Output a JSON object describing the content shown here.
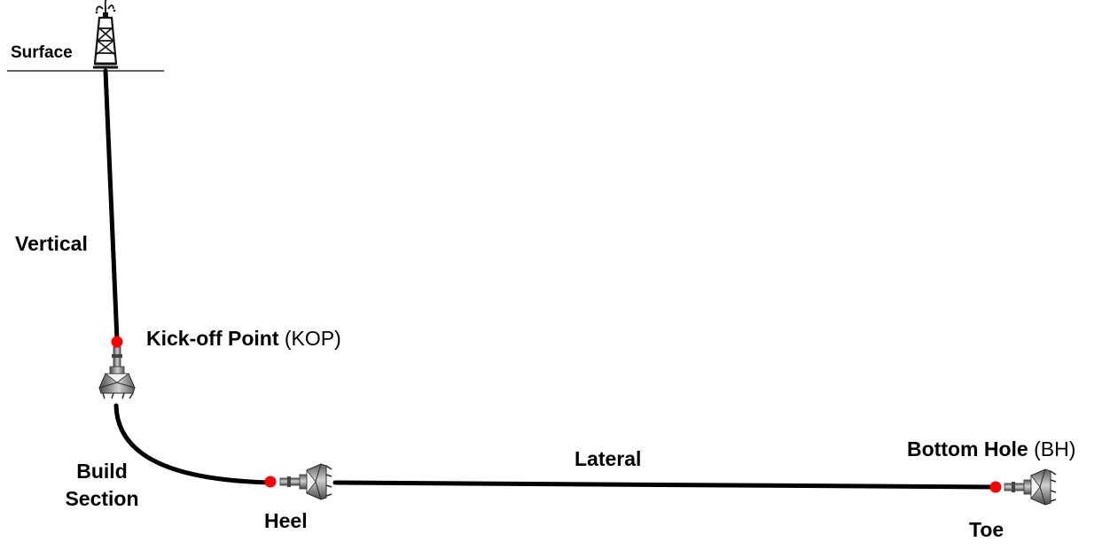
{
  "labels": {
    "surface": "Surface",
    "vertical": "Vertical",
    "kop_bold": "Kick-off Point",
    "kop_abbr": "(KOP)",
    "build_1": "Build",
    "build_2": "Section",
    "heel": "Heel",
    "lateral": "Lateral",
    "bh_bold": "Bottom Hole",
    "bh_abbr": "(BH)",
    "toe": "Toe"
  },
  "colors": {
    "well_path": "#000000",
    "marker": "#ff0000",
    "bit_metal": "#8c8c8c",
    "bit_dark": "#3a3a3a"
  },
  "icons": [
    "drilling-rig-icon",
    "drill-bit-icon"
  ]
}
